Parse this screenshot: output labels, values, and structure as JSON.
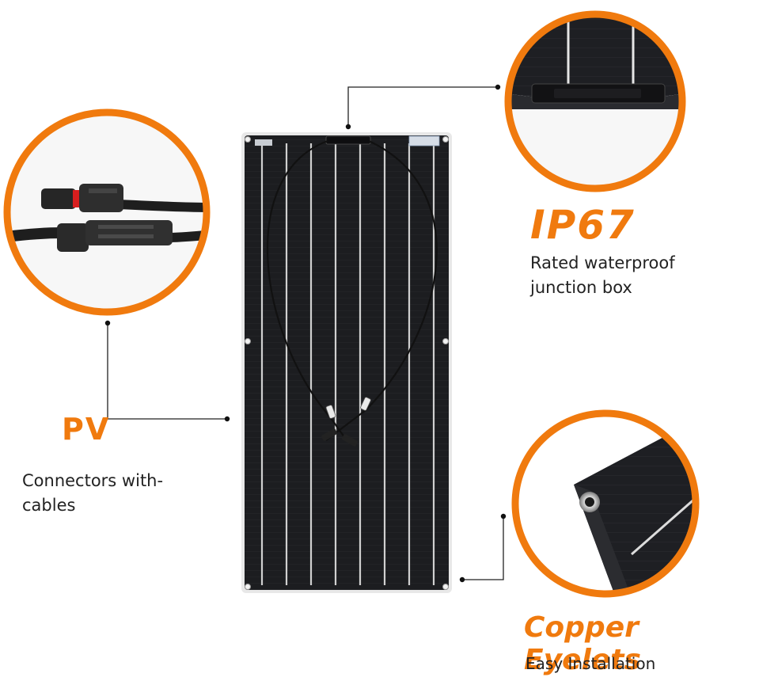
{
  "colors": {
    "accent": "#F07A0E",
    "panel": "#1c1d20",
    "frame": "#e8e8e8",
    "busbar": "#d8d8d8",
    "cable": "#1a1a1a",
    "leader_line": "#222222",
    "text": "#222222"
  },
  "features": {
    "pv": {
      "title": "PV",
      "description": "Connectors with-cables"
    },
    "junction_box": {
      "title": "IP67",
      "description": "Rated waterproof junction box"
    },
    "eyelets": {
      "title": "Copper Eyelets",
      "description": "Easy Installation"
    }
  }
}
